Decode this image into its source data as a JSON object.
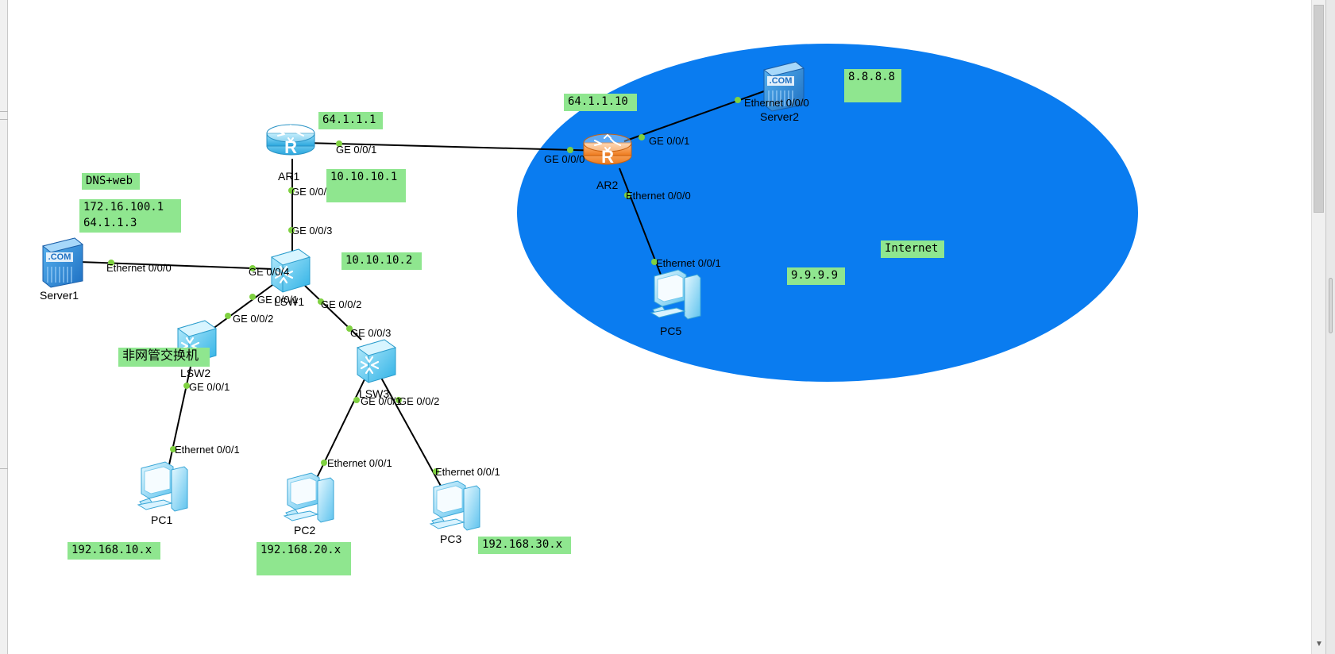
{
  "devices": {
    "ar1": "AR1",
    "ar2": "AR2",
    "lsw1": "LSW1",
    "lsw2": "LSW2",
    "lsw3": "LSW3",
    "server1": "Server1",
    "server2": "Server2",
    "pc1": "PC1",
    "pc2": "PC2",
    "pc3": "PC3",
    "pc5": "PC5"
  },
  "icon_text": {
    "router": "R",
    "server": ".COM"
  },
  "ports": {
    "ar1_ge001": "GE 0/0/1",
    "ar1_ge000": "GE 0/0/0",
    "ar2_ge000": "GE 0/0/0",
    "ar2_ge001": "GE 0/0/1",
    "ar2_eth000": "Ethernet 0/0/0",
    "server2_eth000": "Ethernet 0/0/0",
    "pc5_eth001": "Ethernet 0/0/1",
    "lsw1_ge003": "GE 0/0/3",
    "lsw1_ge004": "GE 0/0/4",
    "lsw1_ge001": "GE 0/0/1",
    "lsw1_ge002": "GE 0/0/2",
    "server1_eth000": "Ethernet 0/0/0",
    "lsw2_ge002": "GE 0/0/2",
    "lsw2_ge001": "GE 0/0/1",
    "lsw3_ge003": "GE 0/0/3",
    "lsw3_ge001": "GE 0/0/1",
    "lsw3_ge002": "GE 0/0/2",
    "pc1_eth001": "Ethernet 0/0/1",
    "pc2_eth001": "Ethernet 0/0/1",
    "pc3_eth001": "Ethernet 0/0/1"
  },
  "labels": {
    "ar1_public": "64.1.1.1",
    "ar2_ip": "64.1.1.10",
    "dns_server": "8.8.8.8",
    "ar1_inner": "10.10.10.1",
    "dns_web": "DNS+web",
    "server1_ips": "172.16.100.1\n64.1.1.3",
    "lsw1_ip": "10.10.10.2",
    "internet": "Internet",
    "pc5_ip": "9.9.9.9",
    "unmanaged_switch": "非网管交换机",
    "subnet_pc1": "192.168.10.x",
    "subnet_pc2": "192.168.20.x",
    "subnet_pc3": "192.168.30.x"
  },
  "colors": {
    "internet_cloud": "#0a7cf0",
    "label_bg": "#8fe68f",
    "port_dot": "#7fd141",
    "link": "#000000",
    "router_ar1": "#3fb8e8",
    "router_ar2": "#f58a2a",
    "switch": "#4ec1ea",
    "server": "#2f8fd8",
    "pc": "#7ccff0"
  }
}
